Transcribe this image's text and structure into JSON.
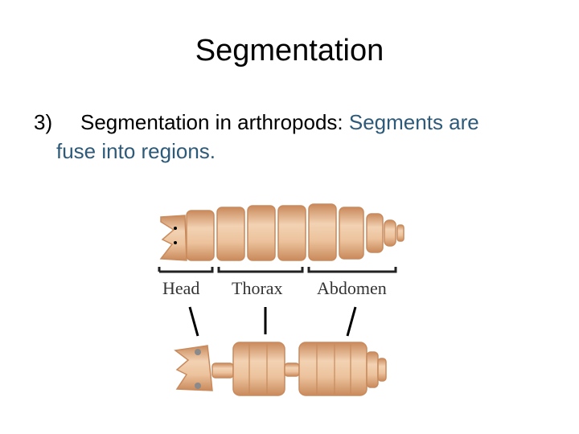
{
  "slide": {
    "title": "Segmentation",
    "bullet_number": "3)",
    "bullet_lead": "Segmentation in arthropods: ",
    "bullet_accent_1": "Segments are",
    "bullet_accent_2": "fuse into regions."
  },
  "diagram": {
    "labels": {
      "head": "Head",
      "thorax": "Thorax",
      "abdomen": "Abdomen"
    }
  },
  "colors": {
    "accent_text": "#2e5a7a",
    "segment_fill": "#e3a878",
    "segment_light": "#f2d2b3",
    "segment_stroke": "#c98a5c"
  }
}
